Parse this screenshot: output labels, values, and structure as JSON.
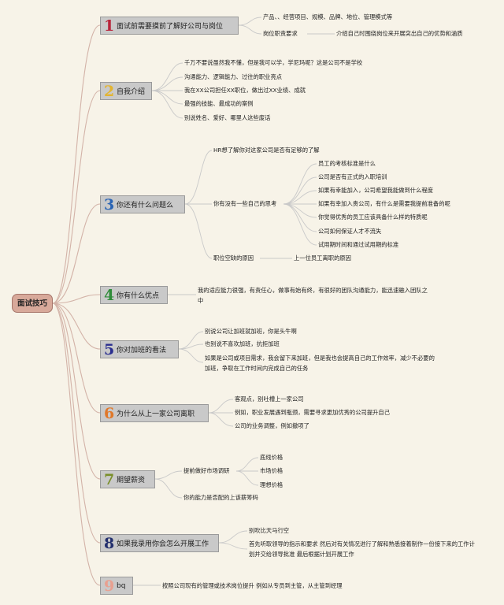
{
  "root": "面试技巧",
  "topics": [
    {
      "num": "1",
      "color": "#b8243a",
      "label": "面试前需要摸前了解好公司与岗位",
      "items": [
        "产品、、经营项目、规模、品牌、地位、管理模式等",
        "岗位职责要求",
        "介绍自己时围绕岗位来开展突出自己的优势和涵质"
      ]
    },
    {
      "num": "2",
      "color": "#e3b430",
      "label": "自我介绍",
      "items": [
        "千万不要说虽然我不懂，但是我可以学，学尼玛呢？这是公司不是学校",
        "沟通能力、逻辑能力、过往的职业亮点",
        "我在XX公司担任XX职位，做出过XX业绩、成就",
        "最强的技能、最成功的案例",
        "别说姓名、爱好、哪里人这些废话"
      ]
    },
    {
      "num": "3",
      "color": "#2a64b4",
      "label": "你还有什么问题么",
      "items": [
        "HR想了解你对这家公司是否有足够的了解",
        "你有没有一些自己的思考",
        "员工的考核标准是什么",
        "公司是否有正式的入职培训",
        "如果有幸能加入，公司希望我能做到什么程度",
        "如果有幸加入贵公司，有什么是需要我提前准备的呢",
        "你觉得优秀的员工应该具备什么样的特质呢",
        "公司如何保证人才不流失",
        "试用期时间和通过试用期的标准",
        "职位空缺的原因",
        "上一位员工离职的原因"
      ]
    },
    {
      "num": "4",
      "color": "#2f8c3a",
      "label": "你有什么优点",
      "items": [
        "我的适应能力很强，有责任心，做事有始有终，有很好的团队沟通能力，能迅速融入团队之中"
      ]
    },
    {
      "num": "5",
      "color": "#2a2e8f",
      "label": "你对加班的看法",
      "items": [
        "别说公司让加班就加班，你是头牛啊",
        "也别说不喜欢加班，抗拒加班",
        "如果是公司或项目需求，我会留下来加班，但是我也会提高自己的工作效率，减少不必要的加班，争取在工作时间内完成自己的任务"
      ]
    },
    {
      "num": "6",
      "color": "#e0782a",
      "label": "为什么从上一家公司离职",
      "items": [
        "客观点，别吐槽上一家公司",
        "例如，职业发展遇到瓶颈，需要寻求更加优秀的公司提升自己",
        "公司的业务调整，例如撤项了"
      ]
    },
    {
      "num": "7",
      "color": "#7a8f2a",
      "label": "期望薪资",
      "items": [
        "提前做好市场调研",
        "底线价格",
        "市场价格",
        "理想价格",
        "你的能力是否配的上该薪筹码"
      ]
    },
    {
      "num": "8",
      "color": "#24306e",
      "label": "如果我录用你会怎么开展工作",
      "items": [
        "别吹比天马行空",
        "首先听取领导的指示和要求 然后对有关情况进行了解和熟悉接着制作一份接下来的工作计划并交给领导批准 最后根据计划开展工作"
      ]
    },
    {
      "num": "9",
      "color": "#e8a090",
      "label": "bq",
      "items": [
        "按照公司现有的管理或技术岗位提升 例如从专员到主管，从主管到经理"
      ]
    }
  ]
}
